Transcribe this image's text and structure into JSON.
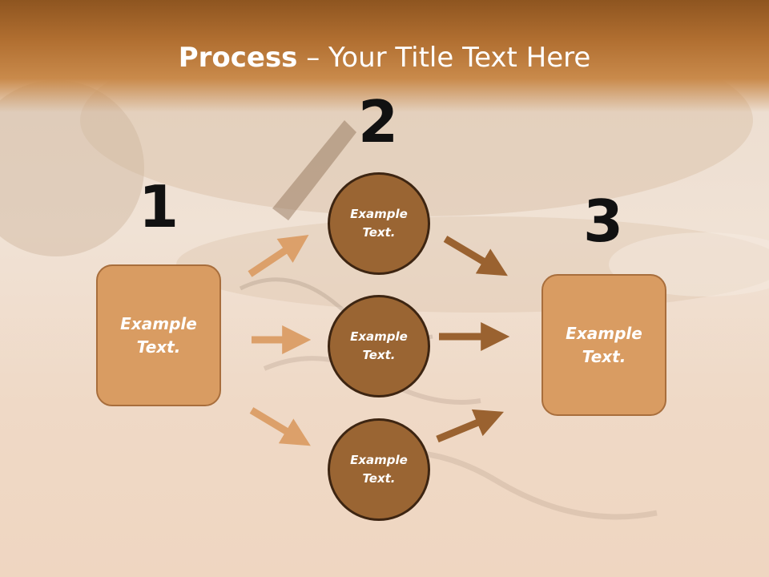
{
  "title": {
    "bold": "Process",
    "rest": " – Your Title Text Here"
  },
  "steps": {
    "one": "1",
    "two": "2",
    "three": "3"
  },
  "left_box": {
    "line1": "Example",
    "line2": "Text."
  },
  "right_box": {
    "line1": "Example",
    "line2": "Text."
  },
  "circles": [
    {
      "line1": "Example",
      "line2": "Text."
    },
    {
      "line1": "Example",
      "line2": "Text."
    },
    {
      "line1": "Example",
      "line2": "Text."
    }
  ],
  "colors": {
    "header": "#b06e30",
    "box_fill": "#d99c62",
    "circle_fill": "#9a6533",
    "arrow_light": "#dca06a",
    "arrow_dark": "#9a6230"
  }
}
